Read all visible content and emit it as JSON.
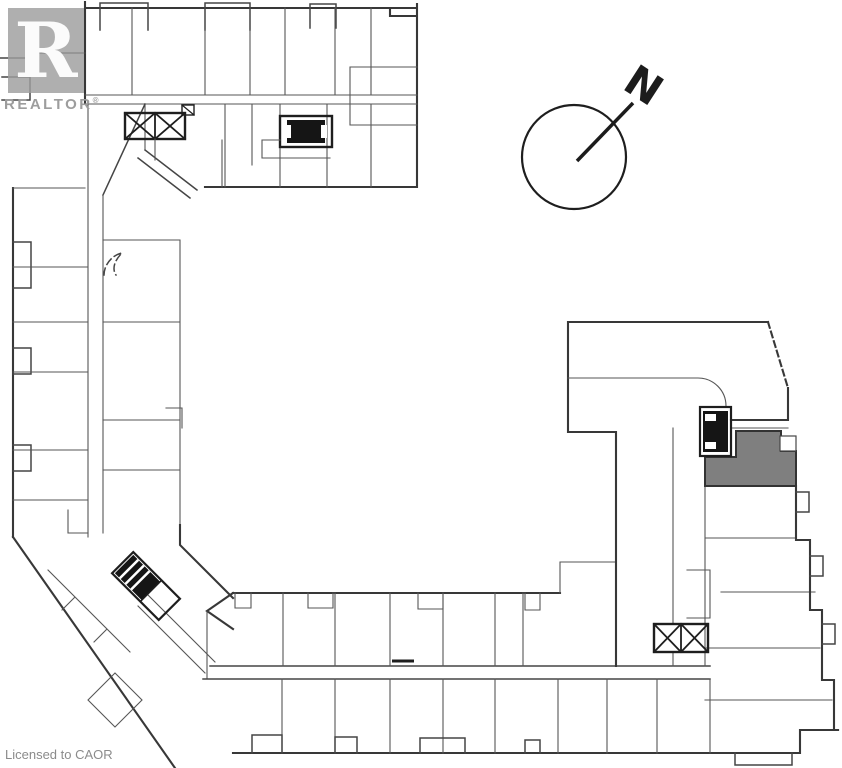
{
  "watermark": {
    "letter": "R",
    "brand": "REALTOR",
    "registered": "®",
    "color": "#9d9d9d"
  },
  "compass": {
    "label": "N"
  },
  "footer": {
    "license": "Licensed to CAOR"
  },
  "plan": {
    "wall_color": "#3a3a3a",
    "highlight_fill": "#7f7f7f",
    "symbol_fill": "#151515",
    "background": "#ffffff",
    "symbols": [
      "stairwell-icon-top-left",
      "elevator-icon-top",
      "stairwell-elevator-icon-diagonal",
      "elevator-icon-right",
      "stairwell-icon-bottom-right",
      "highlighted-unit",
      "north-arrow"
    ]
  }
}
